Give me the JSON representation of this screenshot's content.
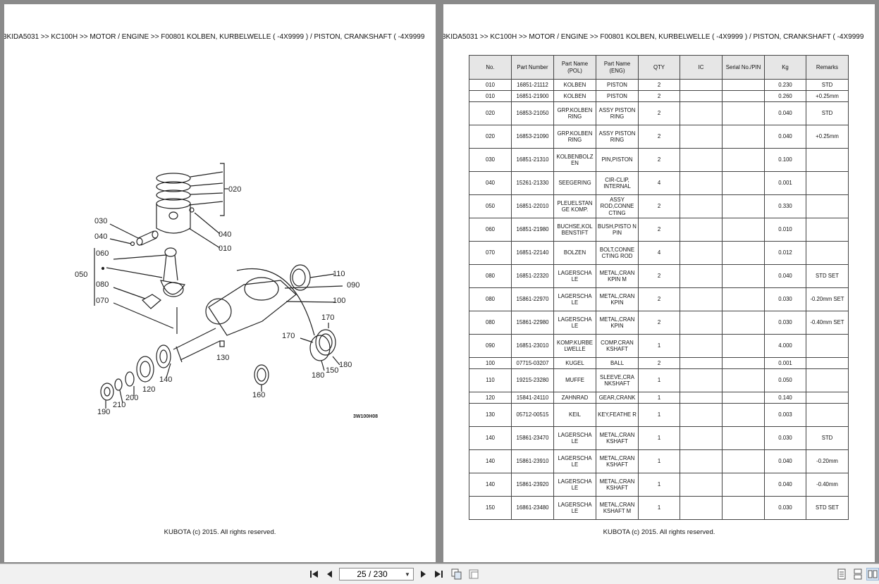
{
  "left_page": {
    "breadcrumb": "3KIDA5031 >> KC100H >> MOTOR / ENGINE >> F00801   KOLBEN, KURBELWELLE ( -4X9999 ) / PISTON, CRANKSHAFT ( -4X9999",
    "footer": "KUBOTA (c) 2015. All rights reserved.",
    "diagram": {
      "labels": [
        "020",
        "030",
        "040",
        "040",
        "010",
        "060",
        "050",
        "080",
        "070",
        "110",
        "090",
        "100",
        "170",
        "170",
        "130",
        "140",
        "180",
        "150",
        "180",
        "120",
        "200",
        "210",
        "190",
        "160"
      ],
      "drawing_code": "3W100H08"
    }
  },
  "right_page": {
    "breadcrumb": "3KIDA5031 >> KC100H >> MOTOR / ENGINE >> F00801   KOLBEN, KURBELWELLE ( -4X9999 ) / PISTON, CRANKSHAFT ( -4X9999",
    "footer": "KUBOTA (c) 2015. All rights reserved.",
    "table": {
      "headers": [
        "No.",
        "Part Number",
        "Part Name\n(POL)",
        "Part Name\n(ENG)",
        "QTY",
        "IC",
        "Serial No./PIN",
        "Kg",
        "Remarks"
      ],
      "rows": [
        [
          "010",
          "16851-21112",
          "KOLBEN",
          "PISTON",
          "2",
          "",
          "",
          "0.230",
          "STD"
        ],
        [
          "010",
          "16851-21900",
          "KOLBEN",
          "PISTON",
          "2",
          "",
          "",
          "0.260",
          "+0.25mm"
        ],
        [
          "020",
          "16853-21050",
          "GRP.KOLBEN RING",
          "ASSY PISTON RING",
          "2",
          "",
          "",
          "0.040",
          "STD"
        ],
        [
          "020",
          "16853-21090",
          "GRP.KOLBEN RING",
          "ASSY PISTON RING",
          "2",
          "",
          "",
          "0.040",
          "+0.25mm"
        ],
        [
          "030",
          "16851-21310",
          "KOLBENBOLZ EN",
          "PIN,PISTON",
          "2",
          "",
          "",
          "0.100",
          ""
        ],
        [
          "040",
          "15261-21330",
          "SEEGERING",
          "CIR-CLIP, INTERNAL",
          "4",
          "",
          "",
          "0.001",
          ""
        ],
        [
          "050",
          "16851-22010",
          "PLEUELSTAN GE KOMP.",
          "ASSY ROD,CONNE CTING",
          "2",
          "",
          "",
          "0.330",
          ""
        ],
        [
          "060",
          "16851-21980",
          "BUCHSE,KOL BENSTIFT",
          "BUSH,PISTO N PIN",
          "2",
          "",
          "",
          "0.010",
          ""
        ],
        [
          "070",
          "16851-22140",
          "BOLZEN",
          "BOLT,CONNE CTING ROD",
          "4",
          "",
          "",
          "0.012",
          ""
        ],
        [
          "080",
          "16851-22320",
          "LAGERSCHA LE",
          "METAL,CRAN KPIN M",
          "2",
          "",
          "",
          "0.040",
          "STD SET"
        ],
        [
          "080",
          "15861-22970",
          "LAGERSCHA LE",
          "METAL,CRAN KPIN",
          "2",
          "",
          "",
          "0.030",
          "-0.20mm SET"
        ],
        [
          "080",
          "15861-22980",
          "LAGERSCHA LE",
          "METAL,CRAN KPIN",
          "2",
          "",
          "",
          "0.030",
          "-0.40mm SET"
        ],
        [
          "090",
          "16851-23010",
          "KOMP.KURBE LWELLE",
          "COMP.CRAN KSHAFT",
          "1",
          "",
          "",
          "4.000",
          ""
        ],
        [
          "100",
          "07715-03207",
          "KUGEL",
          "BALL",
          "2",
          "",
          "",
          "0.001",
          ""
        ],
        [
          "110",
          "19215-23280",
          "MUFFE",
          "SLEEVE,CRA NKSHAFT",
          "1",
          "",
          "",
          "0.050",
          ""
        ],
        [
          "120",
          "15841-24110",
          "ZAHNRAD",
          "GEAR,CRANK",
          "1",
          "",
          "",
          "0.140",
          ""
        ],
        [
          "130",
          "05712-00515",
          "KEIL",
          "KEY,FEATHE R",
          "1",
          "",
          "",
          "0.003",
          ""
        ],
        [
          "140",
          "15861-23470",
          "LAGERSCHA LE",
          "METAL,CRAN KSHAFT",
          "1",
          "",
          "",
          "0.030",
          "STD"
        ],
        [
          "140",
          "15861-23910",
          "LAGERSCHA LE",
          "METAL,CRAN KSHAFT",
          "1",
          "",
          "",
          "0.040",
          "-0.20mm"
        ],
        [
          "140",
          "15861-23920",
          "LAGERSCHA LE",
          "METAL,CRAN KSHAFT",
          "1",
          "",
          "",
          "0.040",
          "-0.40mm"
        ],
        [
          "150",
          "16861-23480",
          "LAGERSCHA LE",
          "METAL,CRAN KSHAFT M",
          "1",
          "",
          "",
          "0.030",
          "STD SET"
        ]
      ]
    }
  },
  "toolbar": {
    "page_indicator": "25 / 230",
    "icons": [
      "first-page-icon",
      "prev-page-icon",
      "next-page-icon",
      "last-page-icon",
      "copy-icon",
      "pages-icon",
      "single-page-view-icon",
      "two-page-scroll-icon",
      "two-page-view-icon"
    ]
  }
}
